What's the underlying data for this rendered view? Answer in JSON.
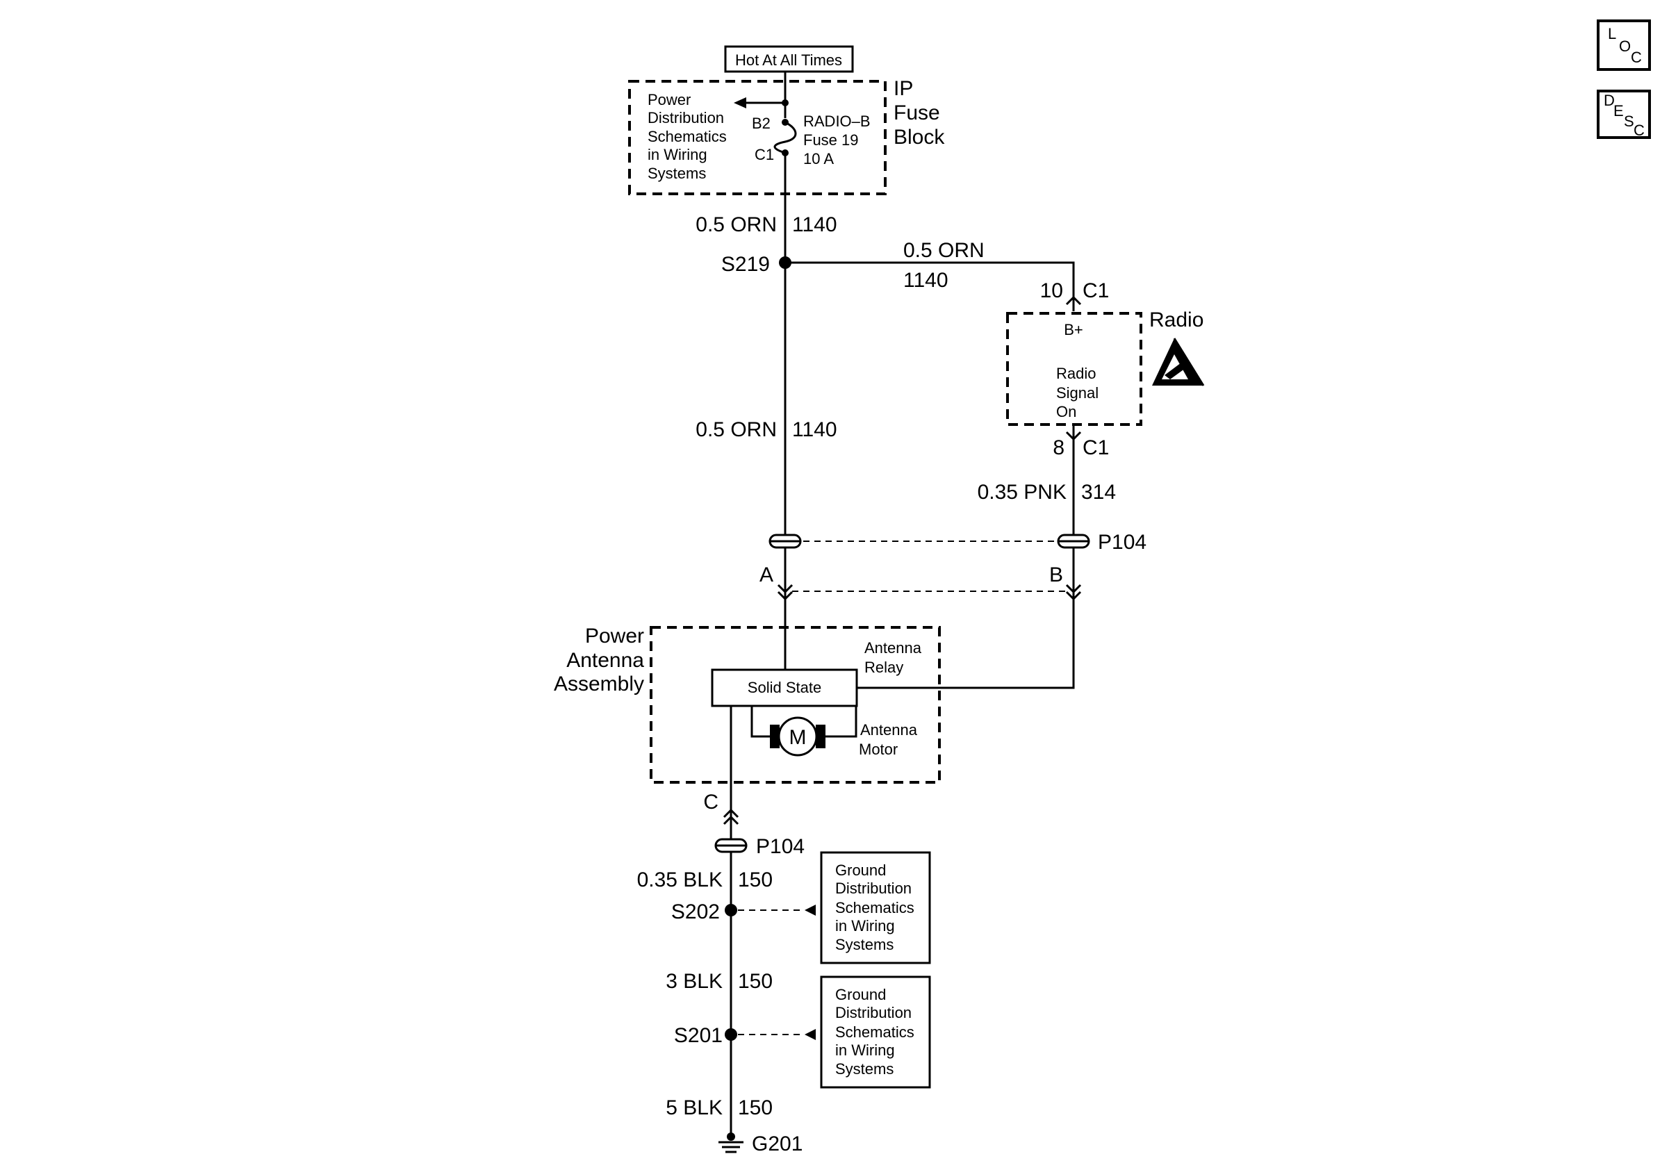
{
  "diagram": {
    "power_source": "Hot At All Times",
    "fuse_block": {
      "name": [
        "IP",
        "Fuse",
        "Block"
      ],
      "ref_text": [
        "Power",
        "Distribution",
        "Schematics",
        "in Wiring",
        "Systems"
      ],
      "pin_in": "B2",
      "pin_out": "C1",
      "fuse": [
        "RADIO–B",
        "Fuse 19",
        "10 A"
      ]
    },
    "wires": {
      "w1_size": "0.5 ORN",
      "w1_circuit": "1140",
      "w2_size": "0.5 ORN",
      "w2_circuit": "1140",
      "w3_size": "0.5 ORN",
      "w3_circuit": "1140",
      "w4_size": "0.35 PNK",
      "w4_circuit": "314",
      "w5_size": "0.35 BLK",
      "w5_circuit": "150",
      "w6_size": "3 BLK",
      "w6_circuit": "150",
      "w7_size": "5 BLK",
      "w7_circuit": "150"
    },
    "splices": {
      "s219": "S219",
      "s202": "S202",
      "s201": "S201"
    },
    "radio": {
      "name": "Radio",
      "pin_top": "10",
      "conn_top": "C1",
      "pin_bottom": "8",
      "conn_bottom": "C1",
      "bplus": "B+",
      "signal": [
        "Radio",
        "Signal",
        "On"
      ]
    },
    "connector_p104": "P104",
    "terminals": {
      "a": "A",
      "b": "B",
      "c": "C"
    },
    "antenna": {
      "name": [
        "Power",
        "Antenna",
        "Assembly"
      ],
      "relay": [
        "Antenna",
        "Relay"
      ],
      "solid_state": "Solid State",
      "motor_symbol": "M",
      "motor": [
        "Antenna",
        "Motor"
      ]
    },
    "ground_ref": [
      "Ground",
      "Distribution",
      "Schematics",
      "in Wiring",
      "Systems"
    ],
    "ground": "G201",
    "side_buttons": {
      "loc": [
        "L",
        "O",
        "C"
      ],
      "desc": [
        "D",
        "E",
        "S",
        "C"
      ]
    }
  }
}
